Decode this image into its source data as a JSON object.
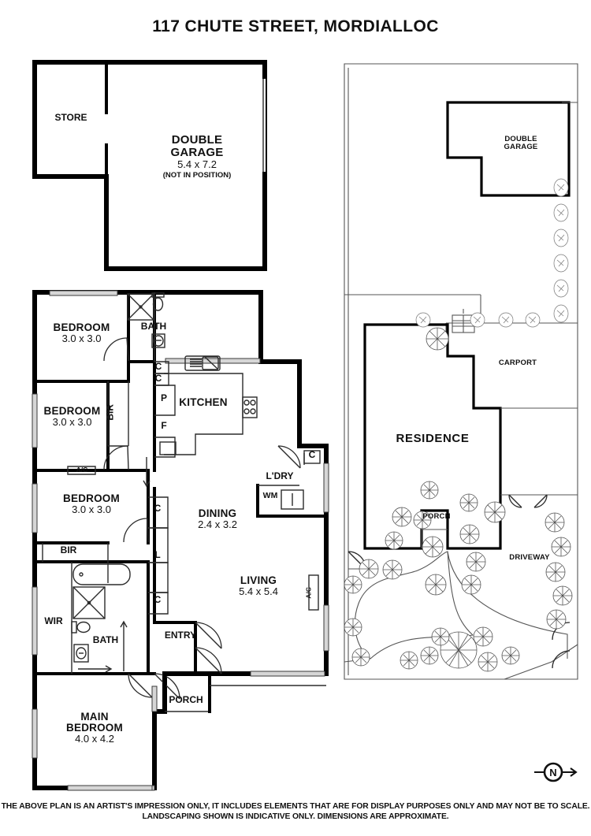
{
  "title": "117 CHUTE STREET, MORDIALLOC",
  "disclaimer": {
    "line1": "THE ABOVE PLAN IS AN ARTIST'S IMPRESSION ONLY, IT INCLUDES ELEMENTS THAT ARE FOR DISPLAY PURPOSES ONLY AND MAY NOT BE TO SCALE.",
    "line2": "LANDSCAPING SHOWN IS INDICATIVE ONLY. DIMENSIONS ARE APPROXIMATE."
  },
  "compass": {
    "label": "N"
  },
  "garage_plan": {
    "store_label": "STORE",
    "garage_name": "DOUBLE\nGARAGE",
    "garage_name_l1": "DOUBLE",
    "garage_name_l2": "GARAGE",
    "garage_dim": "5.4 x 7.2",
    "garage_note": "(NOT IN POSITION)"
  },
  "floor_plan": {
    "rooms": [
      {
        "key": "bedroom2",
        "name": "BEDROOM",
        "dim": "3.0 x 3.0"
      },
      {
        "key": "bedroom3",
        "name": "BEDROOM",
        "dim": "3.0 x 3.0"
      },
      {
        "key": "bedroom4",
        "name": "BEDROOM",
        "dim": "3.0 x 3.0"
      },
      {
        "key": "main_bedroom_l1",
        "name": "MAIN",
        "dim": ""
      },
      {
        "key": "main_bedroom",
        "name": "BEDROOM",
        "dim": "4.0 x 4.2"
      },
      {
        "key": "kitchen",
        "name": "KITCHEN",
        "dim": ""
      },
      {
        "key": "dining",
        "name": "DINING",
        "dim": "2.4 x 3.2"
      },
      {
        "key": "living",
        "name": "LIVING",
        "dim": "5.4 x 5.4"
      }
    ],
    "tags": {
      "bath_top": "BATH",
      "bath_bottom": "BATH",
      "bir_top": "BIR",
      "bir_bottom": "BIR",
      "wir": "WIR",
      "laundry": "L'DRY",
      "washing_machine": "WM",
      "entry": "ENTRY",
      "porch": "PORCH",
      "pantry": "P",
      "fridge": "F",
      "linen": "L",
      "cupboard": "C",
      "ac_left": "A/C",
      "ac_living": "A/C"
    }
  },
  "site_plan": {
    "double_garage_l1": "DOUBLE",
    "double_garage_l2": "GARAGE",
    "carport": "CARPORT",
    "residence": "RESIDENCE",
    "porch": "PORCH",
    "driveway": "DRIVEWAY"
  },
  "colors": {
    "ink": "#111111",
    "wall": "#000000",
    "thin_line": "#3a3a3a",
    "window_fill": "#d9d9d9",
    "background": "#ffffff"
  }
}
